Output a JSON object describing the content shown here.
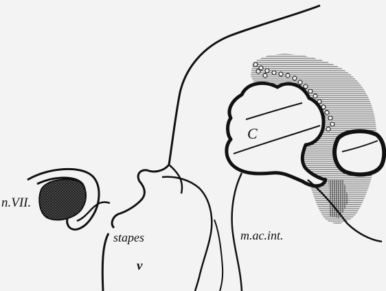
{
  "figure": {
    "labels": {
      "nerve": "n.VII.",
      "stapes": "stapes",
      "vestibule": "v",
      "cochlea": "C",
      "meatus": "m.ac.int."
    }
  }
}
